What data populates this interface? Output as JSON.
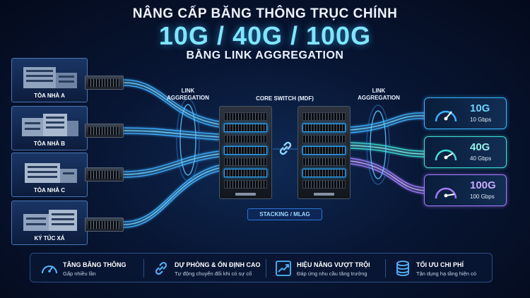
{
  "header": {
    "line1": "NÂNG CẤP BĂNG THÔNG TRỤC CHÍNH",
    "line2": "10G / 40G / 100G",
    "line3": "BẰNG LINK AGGREGATION"
  },
  "buildings": [
    {
      "label": "TÒA NHÀ A"
    },
    {
      "label": "TÒA NHÀ B"
    },
    {
      "label": "TÒA NHÀ C"
    },
    {
      "label": "KÝ TÚC XÁ"
    }
  ],
  "labels": {
    "link_agg_left": "LINK\nAGGREGATION",
    "link_agg_right": "LINK\nAGGREGATION",
    "core_switch": "CORE SWITCH (MDF)",
    "stacking": "STACKING / MLAG"
  },
  "speeds": [
    {
      "big": "10G",
      "small": "10 Gbps",
      "color": "#35b6ff"
    },
    {
      "big": "40G",
      "small": "40 Gbps",
      "color": "#3ee0d8"
    },
    {
      "big": "100G",
      "small": "100 Gbps",
      "color": "#a57bff"
    }
  ],
  "features": [
    {
      "title": "TĂNG BĂNG THÔNG",
      "desc": "Gấp nhiều lần",
      "icon": "speedometer-icon"
    },
    {
      "title": "DỰ PHÒNG & ỔN ĐỊNH CAO",
      "desc": "Tự động chuyển đổi khi có sự cố",
      "icon": "chain-link-icon"
    },
    {
      "title": "HIỆU NĂNG VƯỢT TRỘI",
      "desc": "Đáp ứng nhu cầu tăng trưởng",
      "icon": "growth-chart-icon"
    },
    {
      "title": "TỐI ƯU CHI PHÍ",
      "desc": "Tận dụng hạ tầng hiện có",
      "icon": "coin-stack-icon"
    }
  ],
  "colors": {
    "accent_blue": "#2aa8ff",
    "accent_cyan": "#3ee0d8",
    "accent_purple": "#a57bff",
    "title_glow": "#7fe6ff"
  }
}
